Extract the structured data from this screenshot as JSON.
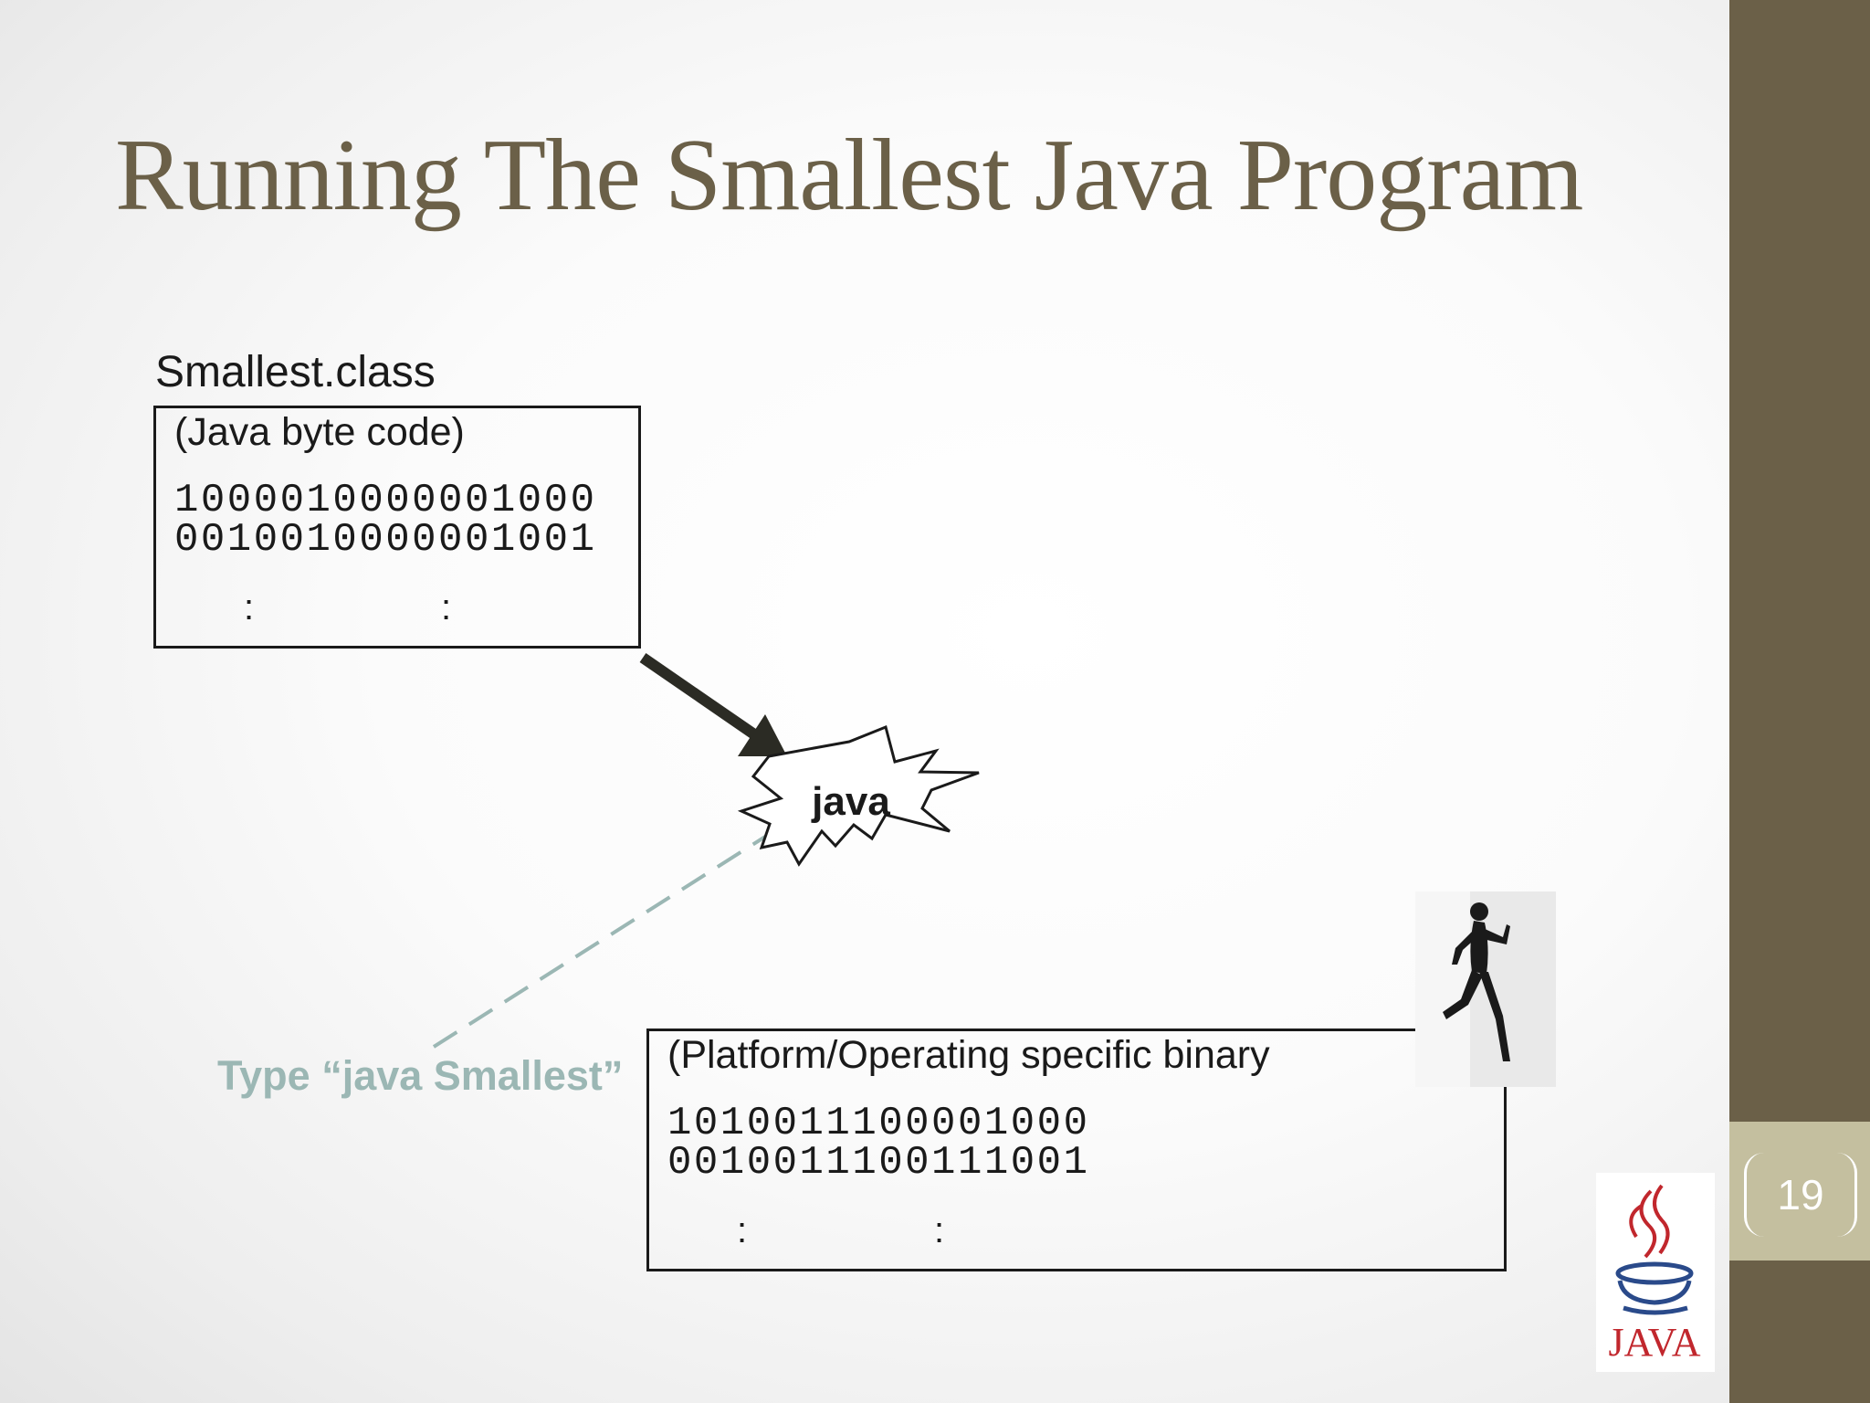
{
  "slide": {
    "title": "Running The Smallest Java Program",
    "page_number": "19"
  },
  "class_file": {
    "filename": "Smallest.class",
    "heading": "(Java byte code)",
    "bits_line1": "1000010000001000",
    "bits_line2": "0010010000001001",
    "ellipsis_left": ":",
    "ellipsis_right": ":"
  },
  "interpreter": {
    "label": "java"
  },
  "instruction": {
    "label": "Type “java Smallest”"
  },
  "binary_file": {
    "heading": "(Platform/Operating specific binary",
    "bits_line1": "1010011100001000",
    "bits_line2": "0010011100111001",
    "ellipsis_left": ":",
    "ellipsis_right": ":"
  },
  "logo": {
    "text": "JAVA"
  },
  "colors": {
    "title": "#6b6048",
    "sidebar": "#6b6048",
    "page_tab": "#c4bf9f",
    "instruction": "#9bb7b4"
  },
  "icons": {
    "runner": "runner-silhouette-icon",
    "logo": "java-coffee-cup-logo"
  }
}
